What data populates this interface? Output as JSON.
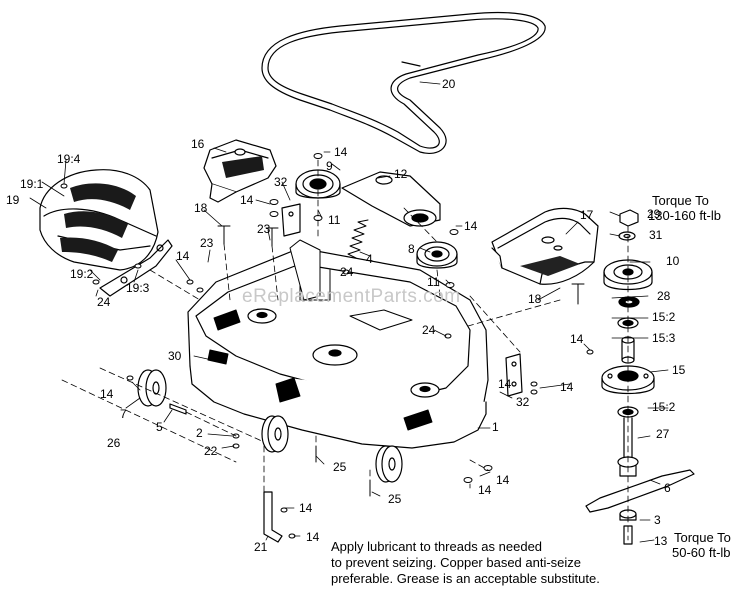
{
  "diagram": {
    "watermark": "eReplacementParts.com",
    "notes": {
      "torque_top_line1": "Torque To",
      "torque_top_line2": "130-160 ft-lb",
      "torque_bottom_line1": "Torque To",
      "torque_bottom_line2": "50-60 ft-lb",
      "lubricant_line1": "Apply lubricant to threads as needed",
      "lubricant_line2": "to prevent seizing. Copper based anti-seize",
      "lubricant_line3": "preferable. Grease is an acceptable substitute."
    },
    "callouts": [
      "20",
      "16",
      "14",
      "9",
      "12",
      "19:4",
      "19:1",
      "19",
      "32",
      "14",
      "18",
      "11",
      "14",
      "17",
      "29",
      "31",
      "10",
      "23",
      "23",
      "4",
      "8",
      "11",
      "14",
      "19:2",
      "19:3",
      "24",
      "24",
      "18",
      "28",
      "15:2",
      "15:3",
      "24",
      "14",
      "30",
      "14",
      "15",
      "14",
      "32",
      "7",
      "5",
      "14",
      "15:2",
      "1",
      "2",
      "22",
      "27",
      "26",
      "25",
      "14",
      "6",
      "14",
      "25",
      "14",
      "3",
      "21",
      "14",
      "13"
    ]
  }
}
